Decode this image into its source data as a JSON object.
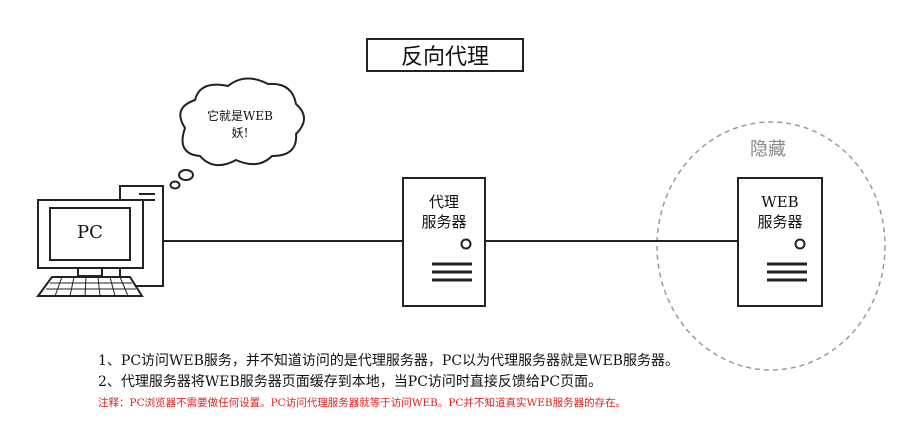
{
  "title": "反向代理",
  "pc_label": "PC",
  "thought_bubble": {
    "line1": "它就是WEB",
    "line2": "妖!"
  },
  "proxy_server": {
    "line1": "代理",
    "line2": "服务器"
  },
  "web_server": {
    "line1": "WEB",
    "line2": "服务器"
  },
  "hidden_label": "隐藏",
  "notes": [
    "1、PC访问WEB服务，并不知道访问的是代理服务器，PC以为代理服务器就是WEB服务器。",
    "2、代理服务器将WEB服务器页面缓存到本地，当PC访问时直接反馈给PC页面。"
  ],
  "footnote": "注释：PC浏览器不需要做任何设置。PC访问代理服务器就等于访问WEB。PC并不知道真实WEB服务器的存在。",
  "colors": {
    "stroke": "#222222",
    "hidden_text": "#888888",
    "footnote": "#e02020"
  }
}
